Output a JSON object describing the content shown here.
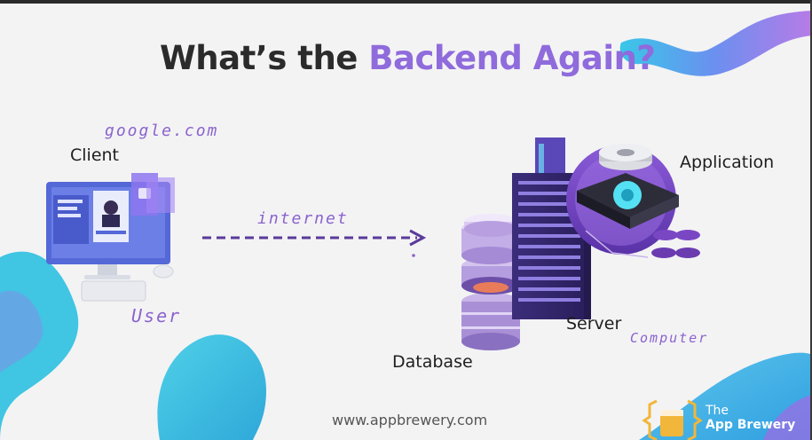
{
  "title": {
    "part1": "What’s the ",
    "part2": "Backend Again?"
  },
  "labels": {
    "client": "Client",
    "application": "Application",
    "server": "Server",
    "database": "Database"
  },
  "handwriting": {
    "site": "google.com",
    "internet": "internet",
    "user": "User",
    "computer": "Computer"
  },
  "footer": {
    "url": "www.appbrewery.com",
    "brand_line1": "The",
    "brand_line2": "App Brewery"
  },
  "colors": {
    "accent": "#8f6bdc",
    "title": "#2b2b2b",
    "background": "#f3f3f4",
    "handwriting": "#8a63cc",
    "blob_cyan": "#3ec6e6",
    "blob_purple": "#9b6ee8"
  },
  "icons": [
    "computer-client-icon",
    "server-rack-icon",
    "database-icon",
    "application-gear-icon",
    "brand-logo-icon",
    "arrow-right-icon"
  ]
}
